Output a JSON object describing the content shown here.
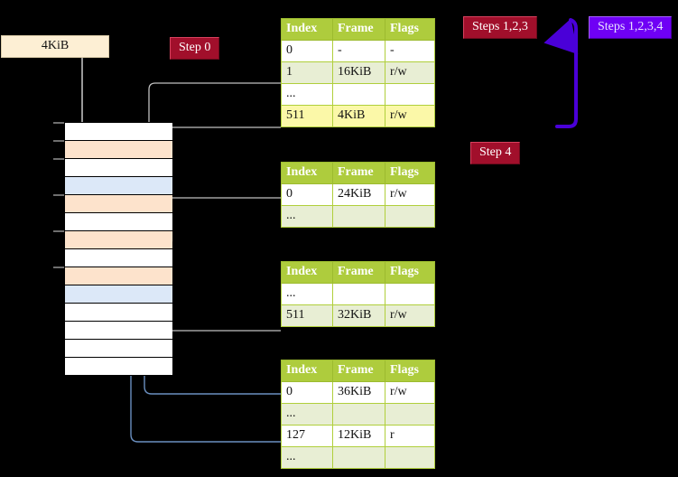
{
  "diagram": {
    "title_hidden": "",
    "background": "#000000",
    "accent_green": "#aecc3d",
    "accent_red": "#a10f2b",
    "accent_blue": "#6f00f5",
    "highlight_yellow": "#fbf8a8",
    "orange_row": "#fde3cc",
    "blue_row": "#dce8f8"
  },
  "labels": {
    "step0": "Step 0",
    "step4": "Step 4",
    "steps123": "Steps 1,2,3",
    "steps1234": "Steps 1,2,3,4",
    "kib_box": "4KiB"
  },
  "tables": [
    {
      "name": "pml4-table",
      "headers": [
        "Index",
        "Frame",
        "Flags"
      ],
      "rows": [
        {
          "cells": [
            "0",
            "-",
            "-"
          ],
          "tint": false,
          "highlight": [
            false,
            false,
            false
          ]
        },
        {
          "cells": [
            "1",
            "16KiB",
            "r/w"
          ],
          "tint": true,
          "highlight": [
            false,
            false,
            false
          ]
        },
        {
          "cells": [
            "...",
            "",
            ""
          ],
          "tint": false,
          "highlight": [
            false,
            false,
            false
          ]
        },
        {
          "cells": [
            "511",
            "4KiB",
            "r/w"
          ],
          "tint": true,
          "highlight": [
            true,
            true,
            true
          ]
        }
      ]
    },
    {
      "name": "pdpt-table",
      "headers": [
        "Index",
        "Frame",
        "Flags"
      ],
      "rows": [
        {
          "cells": [
            "0",
            "24KiB",
            "r/w"
          ],
          "tint": false,
          "highlight": [
            false,
            false,
            false
          ]
        },
        {
          "cells": [
            "...",
            "",
            ""
          ],
          "tint": true,
          "highlight": [
            false,
            false,
            false
          ]
        }
      ]
    },
    {
      "name": "pd-table",
      "headers": [
        "Index",
        "Frame",
        "Flags"
      ],
      "rows": [
        {
          "cells": [
            "...",
            "",
            ""
          ],
          "tint": false,
          "highlight": [
            false,
            false,
            false
          ]
        },
        {
          "cells": [
            "511",
            "32KiB",
            "r/w"
          ],
          "tint": true,
          "highlight": [
            false,
            false,
            false
          ]
        }
      ]
    },
    {
      "name": "pt-table",
      "headers": [
        "Index",
        "Frame",
        "Flags"
      ],
      "rows": [
        {
          "cells": [
            "0",
            "36KiB",
            "r/w"
          ],
          "tint": false,
          "highlight": [
            false,
            false,
            false
          ]
        },
        {
          "cells": [
            "...",
            "",
            ""
          ],
          "tint": true,
          "highlight": [
            false,
            false,
            false
          ]
        },
        {
          "cells": [
            "127",
            "12KiB",
            "r"
          ],
          "tint": false,
          "highlight": [
            false,
            false,
            false
          ]
        },
        {
          "cells": [
            "...",
            "",
            ""
          ],
          "tint": true,
          "highlight": [
            false,
            false,
            false
          ]
        }
      ]
    }
  ],
  "memory_column": {
    "name": "physical-memory-frames",
    "rows": [
      {
        "fill": "white",
        "tick": true
      },
      {
        "fill": "orange",
        "tick": true
      },
      {
        "fill": "white",
        "tick": true
      },
      {
        "fill": "blue",
        "tick": false
      },
      {
        "fill": "orange",
        "tick": true
      },
      {
        "fill": "white",
        "tick": false
      },
      {
        "fill": "orange",
        "tick": true
      },
      {
        "fill": "white",
        "tick": false
      },
      {
        "fill": "orange",
        "tick": true
      },
      {
        "fill": "blue",
        "tick": false
      },
      {
        "fill": "white",
        "tick": false
      },
      {
        "fill": "white",
        "tick": false
      },
      {
        "fill": "white",
        "tick": false
      },
      {
        "fill": "white",
        "tick": false
      }
    ]
  }
}
